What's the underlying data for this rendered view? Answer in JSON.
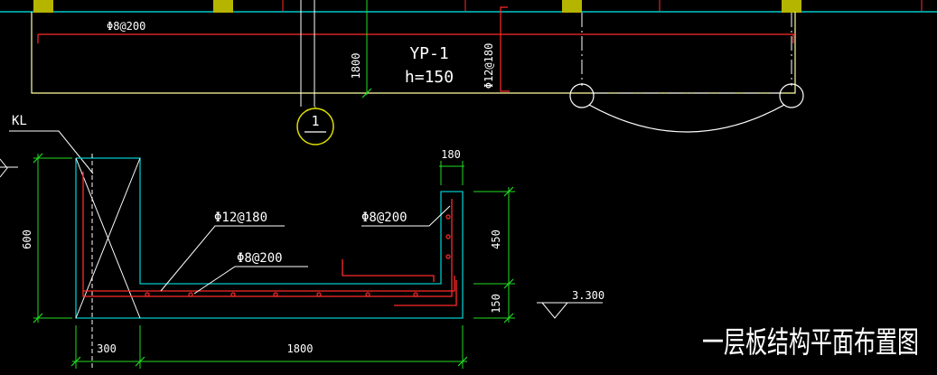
{
  "plan": {
    "top_rebar": "Φ8@200",
    "slab_name": "YP-1",
    "slab_thickness": "h=150",
    "dim_height": "1800",
    "side_rebar": "Φ12@180",
    "axis_number": "1"
  },
  "section": {
    "beam_label": "KL",
    "rebar_main": "Φ12@180",
    "rebar_dist": "Φ8@200",
    "rebar_upstand": "Φ8@200",
    "dim_upstand_width": "180",
    "dim_upper": "450",
    "dim_lower": "150",
    "dim_total_height": "600",
    "dim_beam_width": "300",
    "dim_slab_length": "1800",
    "elevation": "3.300"
  },
  "drawing_title": "一层板结构平面布置图",
  "colors": {
    "outline": "#ffffa0",
    "rebar": "#ff2a2a",
    "dimension": "#22dd22",
    "column": "#b5b500",
    "axis": "#dddd00"
  }
}
